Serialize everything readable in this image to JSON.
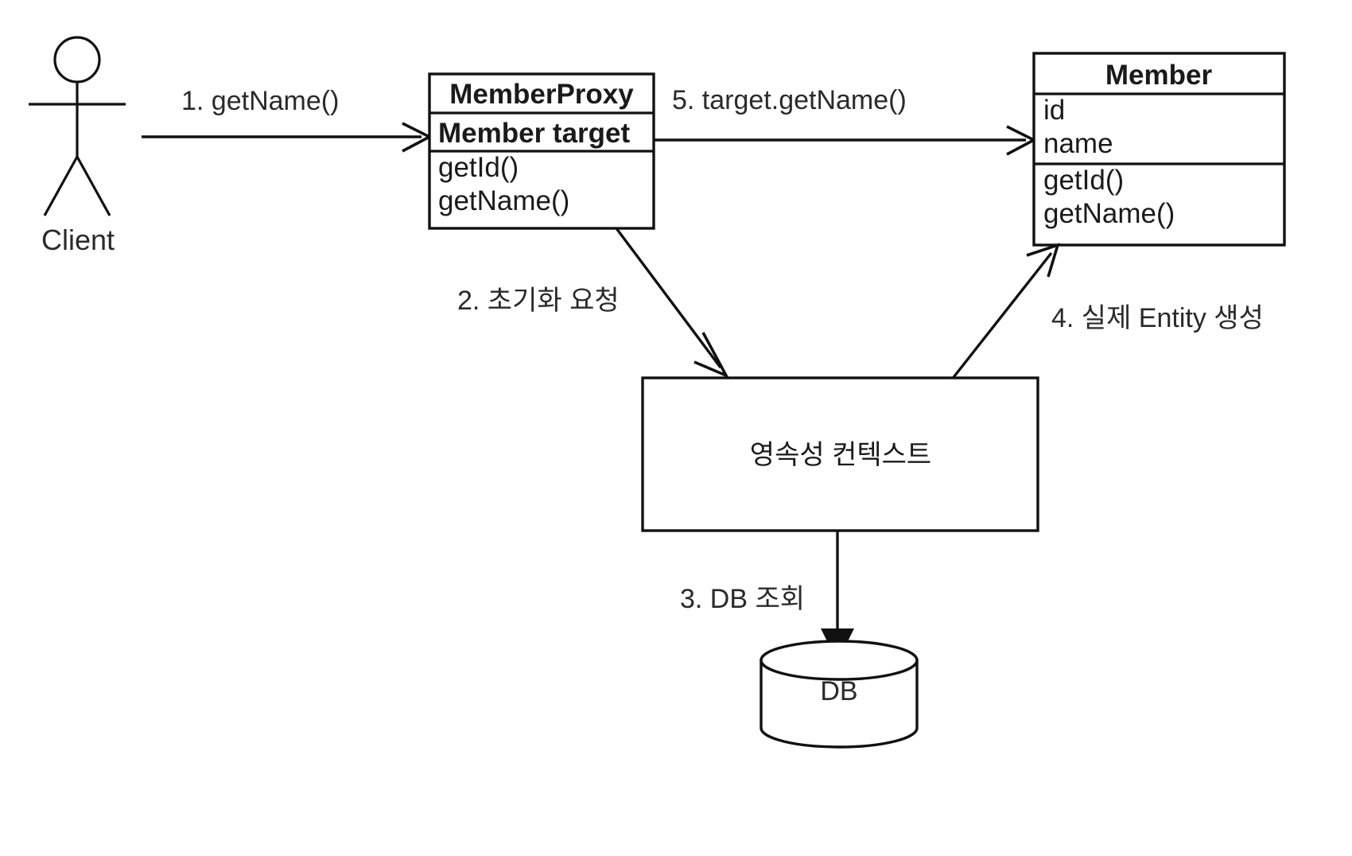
{
  "diagram": {
    "kind": "uml-object-interaction-diagram",
    "background_color": "#ffffff",
    "line_color": "#111111",
    "text_color": "#1a1a1a"
  },
  "actor": {
    "label": "Client",
    "icon": "stick-figure-actor"
  },
  "classes": [
    {
      "id": "member-proxy",
      "title": "MemberProxy",
      "attributes": [
        "Member target"
      ],
      "operations": [
        "getId()",
        "getName()"
      ]
    },
    {
      "id": "member",
      "title": "Member",
      "attributes": [
        "id",
        "name"
      ],
      "operations": [
        "getId()",
        "getName()"
      ]
    }
  ],
  "nodes": [
    {
      "id": "persistence-context",
      "label": "영속성 컨텍스트",
      "shape": "rectangle"
    },
    {
      "id": "database",
      "label": "DB",
      "shape": "cylinder"
    }
  ],
  "flows": [
    {
      "step": "1",
      "label": "1. getName()",
      "from": "Client",
      "to": "MemberProxy"
    },
    {
      "step": "2",
      "label": "2. 초기화 요청",
      "from": "MemberProxy",
      "to": "영속성 컨텍스트"
    },
    {
      "step": "3",
      "label": "3. DB 조회",
      "from": "영속성 컨텍스트",
      "to": "DB"
    },
    {
      "step": "4",
      "label": "4. 실제 Entity 생성",
      "from": "영속성 컨텍스트",
      "to": "Member"
    },
    {
      "step": "5",
      "label": "5. target.getName()",
      "from": "MemberProxy",
      "to": "Member"
    }
  ]
}
